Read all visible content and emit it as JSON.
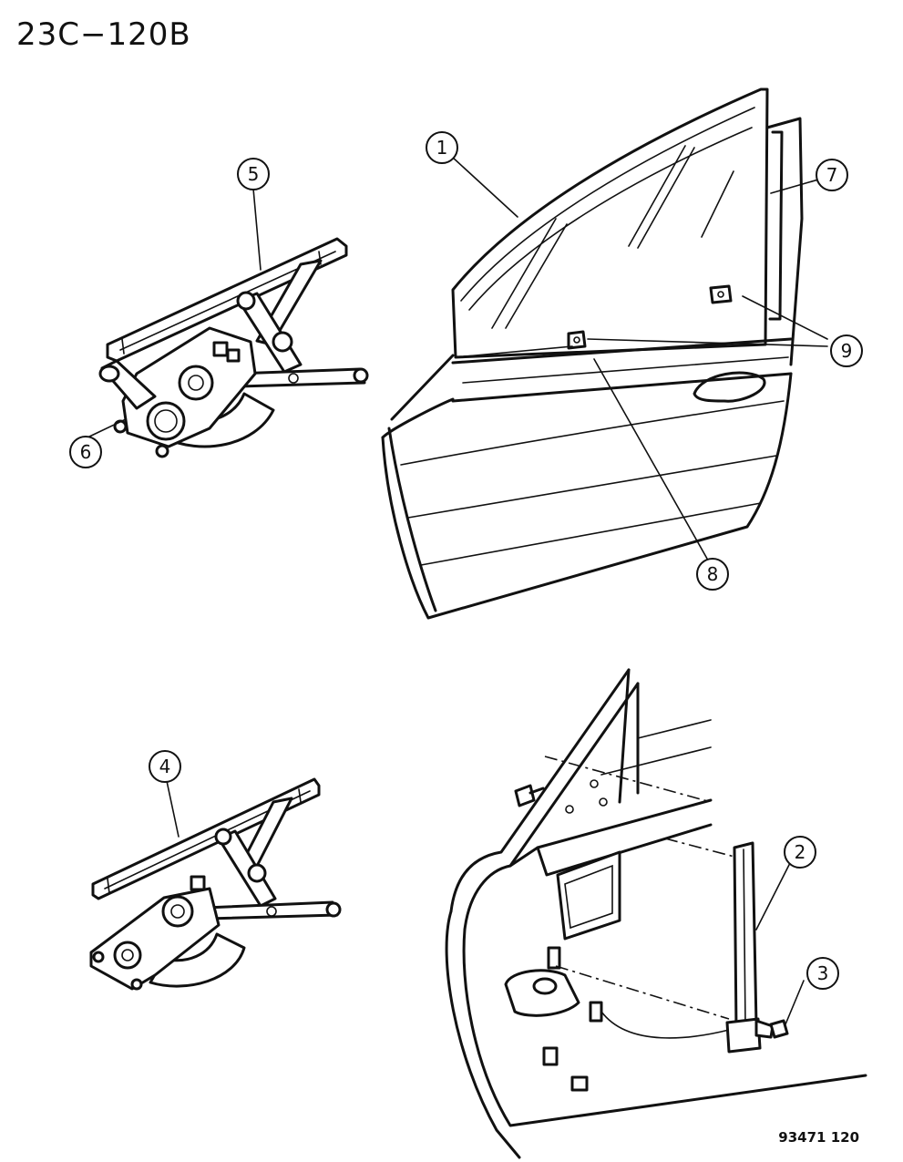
{
  "diagram_code": "23C−120B",
  "reference_number": "93471 120",
  "callouts": [
    "1",
    "2",
    "3",
    "4",
    "5",
    "6",
    "7",
    "8",
    "9"
  ],
  "icons": {
    "door": "front-door-glass-icon",
    "regulator_power": "power-window-regulator-icon",
    "regulator_manual": "manual-window-regulator-icon",
    "door_interior": "door-inner-panel-icon"
  }
}
